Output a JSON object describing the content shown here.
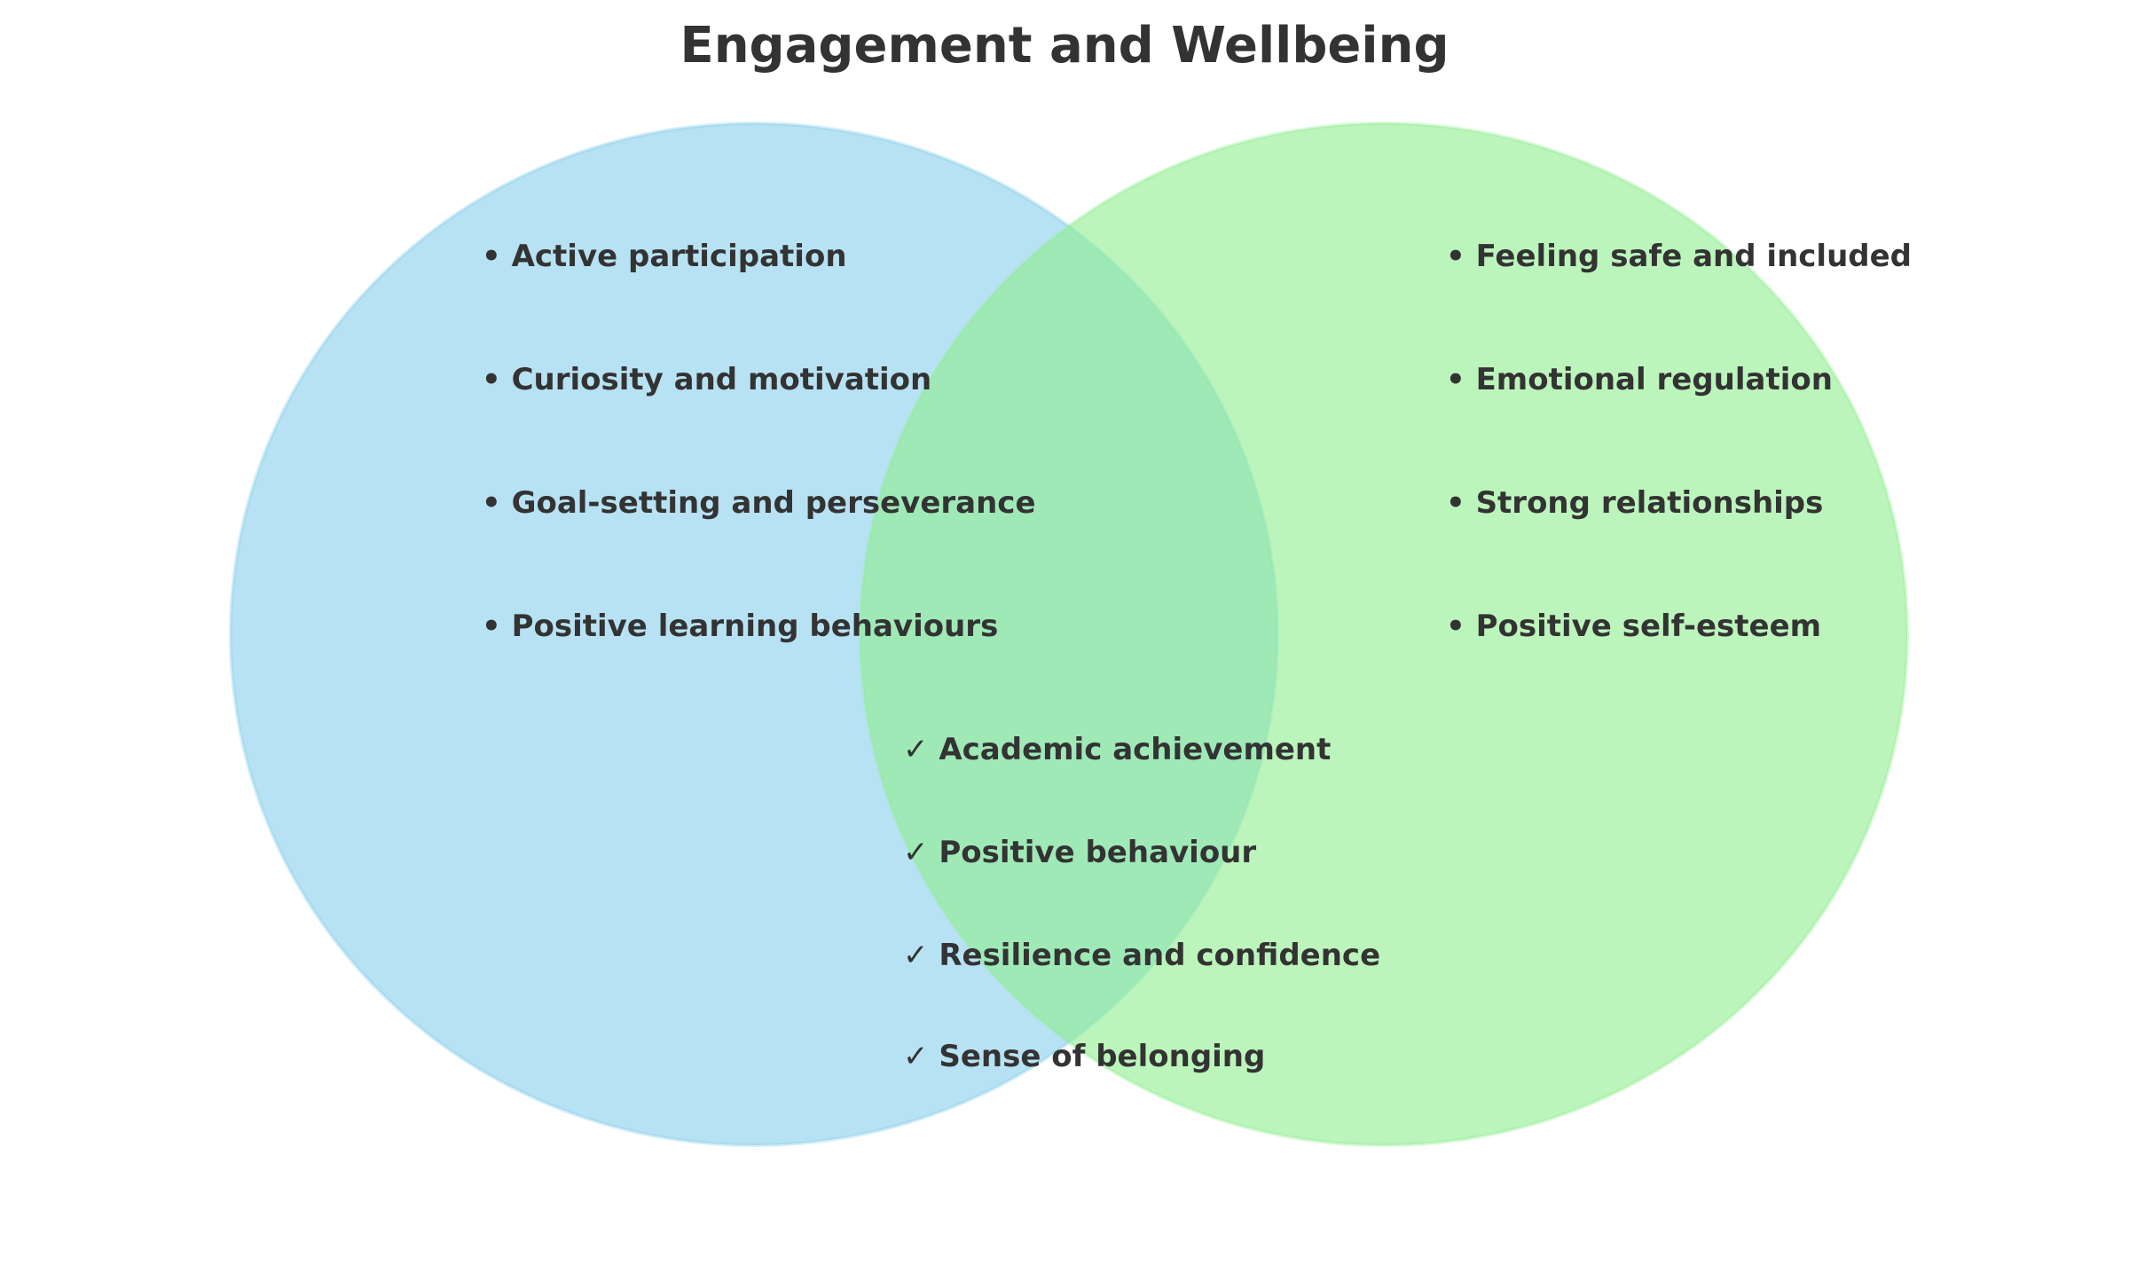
{
  "title": "Engagement and Wellbeing",
  "colors": {
    "left_circle": "#87CEEB",
    "right_circle": "#90EE90",
    "text": "#333333"
  },
  "left": {
    "items": [
      "• Active participation",
      "• Curiosity and motivation",
      "• Goal-setting and perseverance",
      "• Positive learning behaviours"
    ]
  },
  "right": {
    "items": [
      "• Feeling safe and included",
      "• Emotional regulation",
      "• Strong relationships",
      "• Positive self-esteem"
    ]
  },
  "overlap": {
    "items": [
      "✓ Academic achievement",
      "✓ Positive behaviour",
      "✓ Resilience and confidence",
      "✓ Sense of belonging"
    ]
  }
}
